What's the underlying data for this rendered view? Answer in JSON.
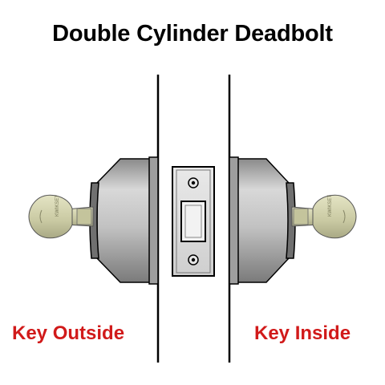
{
  "title": "Double Cylinder Deadbolt",
  "labels": {
    "left": "Key Outside",
    "right": "Key Inside"
  },
  "colors": {
    "label": "#d11a1a",
    "title": "#000000",
    "metal": "#b9b9b9",
    "key": "#cfcfa6",
    "line": "#000000"
  }
}
